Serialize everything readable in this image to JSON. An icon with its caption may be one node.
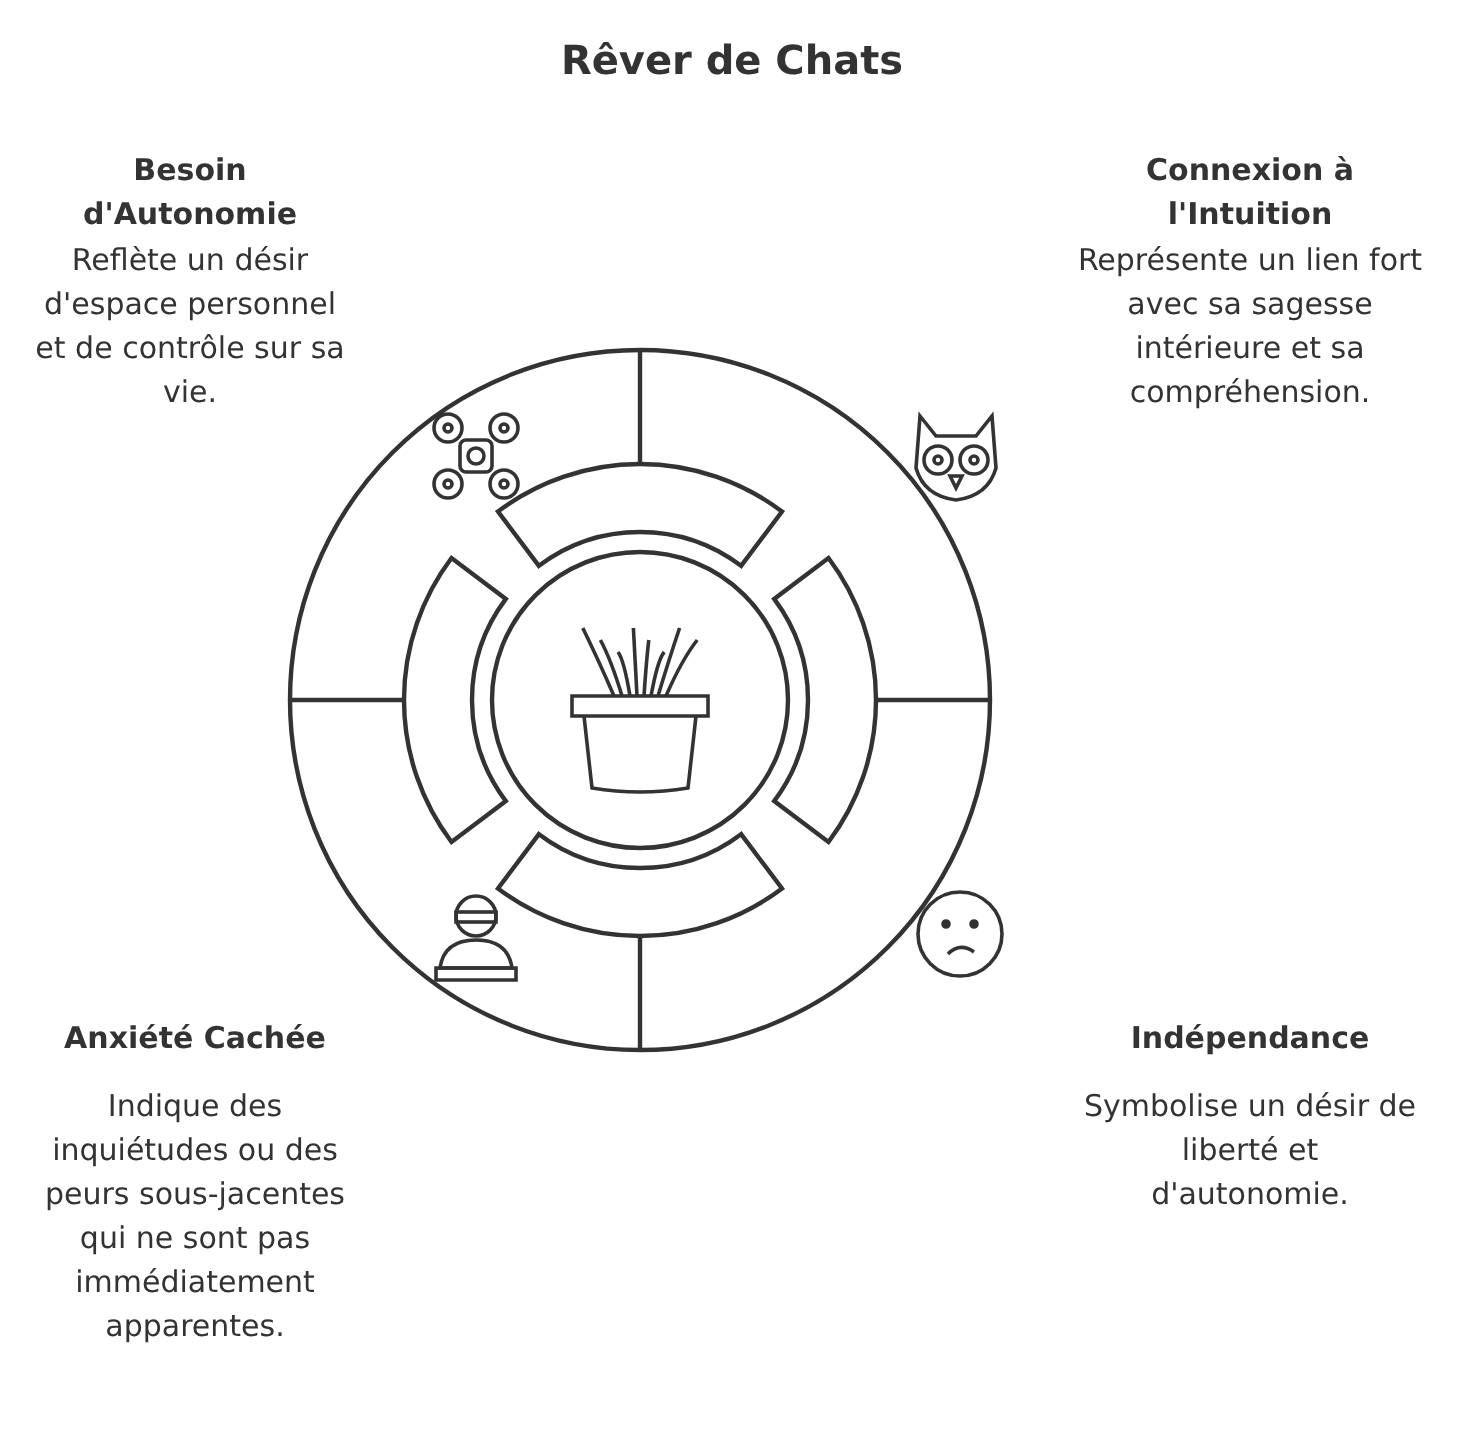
{
  "diagram": {
    "title": "Rêver de Chats",
    "labels": [
      "Besoin d'Autonomie",
      "Reflète un désir d'espace personnel et de contrôle sur sa vie.",
      "Connexion à l'Intuition",
      "Représente un lien fort avec sa sagesse intérieure et sa compréhension.",
      "Anxiété Cachée",
      "Indique des inquiétudes ou des peurs sous-jacentes qui ne sont pas immédiatement apparentes.",
      "Indépendance",
      "Symbolise un désir de liberté et d'autonomie."
    ]
  }
}
